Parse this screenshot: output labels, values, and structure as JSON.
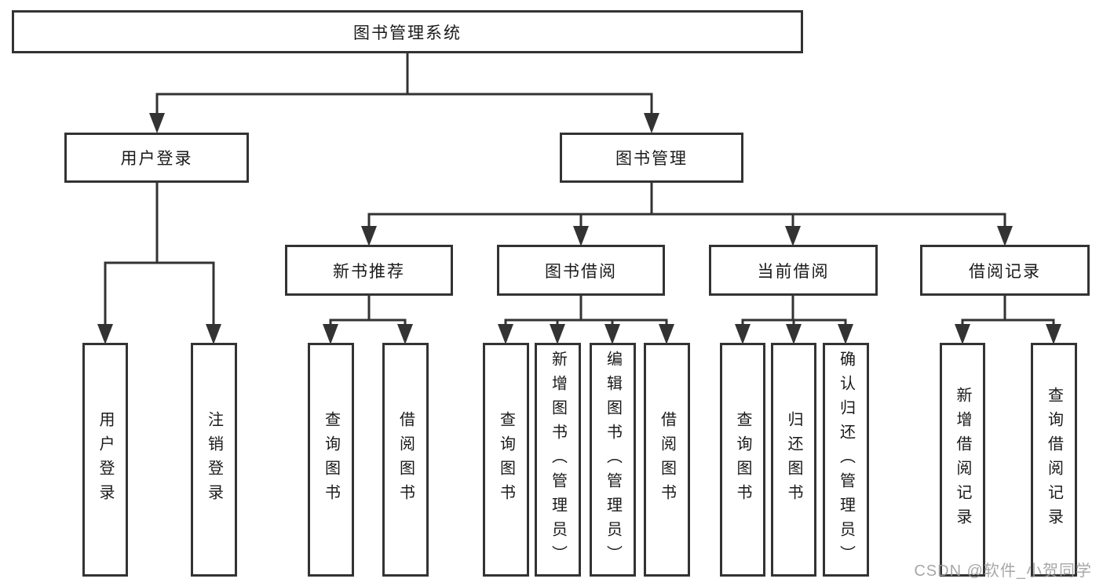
{
  "diagram": {
    "title": "图书管理系统",
    "level1": [
      {
        "label": "用户登录"
      },
      {
        "label": "图书管理"
      }
    ],
    "level2": [
      {
        "label": "新书推荐"
      },
      {
        "label": "图书借阅"
      },
      {
        "label": "当前借阅"
      },
      {
        "label": "借阅记录"
      }
    ],
    "leaves": [
      {
        "label": "用户登录"
      },
      {
        "label": "注销登录"
      },
      {
        "label": "查询图书"
      },
      {
        "label": "借阅图书"
      },
      {
        "label": "查询图书"
      },
      {
        "label": "新增图书（管理员）"
      },
      {
        "label": "编辑图书（管理员）"
      },
      {
        "label": "借阅图书"
      },
      {
        "label": "查询图书"
      },
      {
        "label": "归还图书"
      },
      {
        "label": "确认归还（管理员）"
      },
      {
        "label": "新增借阅记录"
      },
      {
        "label": "查询借阅记录"
      }
    ]
  },
  "watermark": {
    "text": "CSDN @软件_小贺同学"
  },
  "colors": {
    "line": "#333333",
    "box_border": "#333333",
    "box_bg": "#ffffff",
    "text": "#1a1a1a",
    "watermark": "#9e9e9e"
  }
}
